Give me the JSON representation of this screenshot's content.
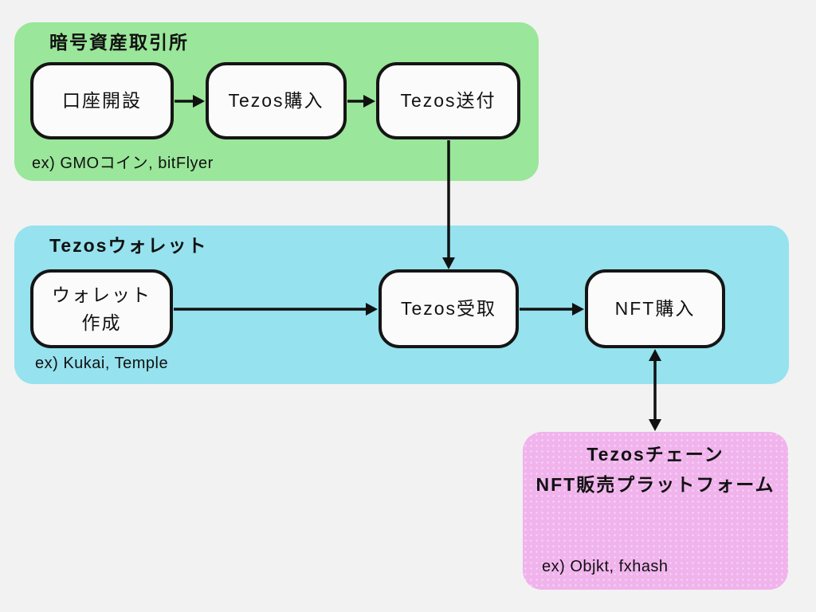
{
  "colors": {
    "background": "#f2f2f2",
    "exchange_group": "#9ae69a",
    "wallet_group": "#96e2ee",
    "platform_group": "#f0b3ec",
    "node_fill": "#fbfbfb",
    "node_border": "#151515",
    "arrow": "#111111"
  },
  "groups": {
    "exchange": {
      "title": "暗号資産取引所",
      "example": "ex) GMOコイン, bitFlyer",
      "nodes": [
        {
          "label": "口座開設"
        },
        {
          "label": "Tezos購入"
        },
        {
          "label": "Tezos送付"
        }
      ]
    },
    "wallet": {
      "title": "Tezosウォレット",
      "example": "ex) Kukai, Temple",
      "nodes": [
        {
          "label_line1": "ウォレット",
          "label_line2": "作成"
        },
        {
          "label": "Tezos受取"
        },
        {
          "label": "NFT購入"
        }
      ]
    },
    "platform": {
      "title_line1": "Tezosチェーン",
      "title_line2": "NFT販売プラットフォーム",
      "example": "ex) Objkt, fxhash"
    }
  },
  "flow": {
    "edges": [
      "口座開設 → Tezos購入",
      "Tezos購入 → Tezos送付",
      "Tezos送付 → Tezos受取",
      "ウォレット作成 → Tezos受取",
      "Tezos受取 → NFT購入",
      "NFT購入 ↔ NFT販売プラットフォーム"
    ]
  }
}
